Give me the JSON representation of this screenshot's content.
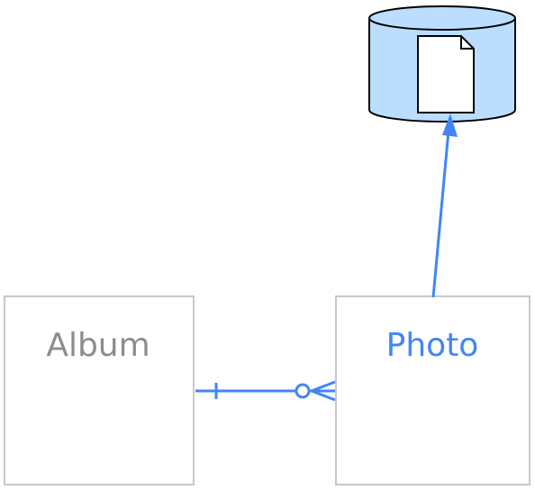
{
  "colors": {
    "edge": "#4285f4",
    "box_border": "#c8c8c8",
    "album_text": "#8c8c8c",
    "photo_text": "#4285f4",
    "storage_fill": "#bbdeff",
    "storage_stroke": "#000000",
    "file_fill": "#ffffff"
  },
  "entities": {
    "album": {
      "label": "Album"
    },
    "photo": {
      "label": "Photo"
    }
  },
  "storage": {
    "icon": "database-cylinder-icon",
    "file_icon": "file-document-icon"
  },
  "relations": [
    {
      "from": "album",
      "to": "photo",
      "cardinality_from": "one",
      "cardinality_to": "zero-or-many"
    },
    {
      "from": "photo",
      "to": "storage",
      "type": "arrow"
    }
  ]
}
